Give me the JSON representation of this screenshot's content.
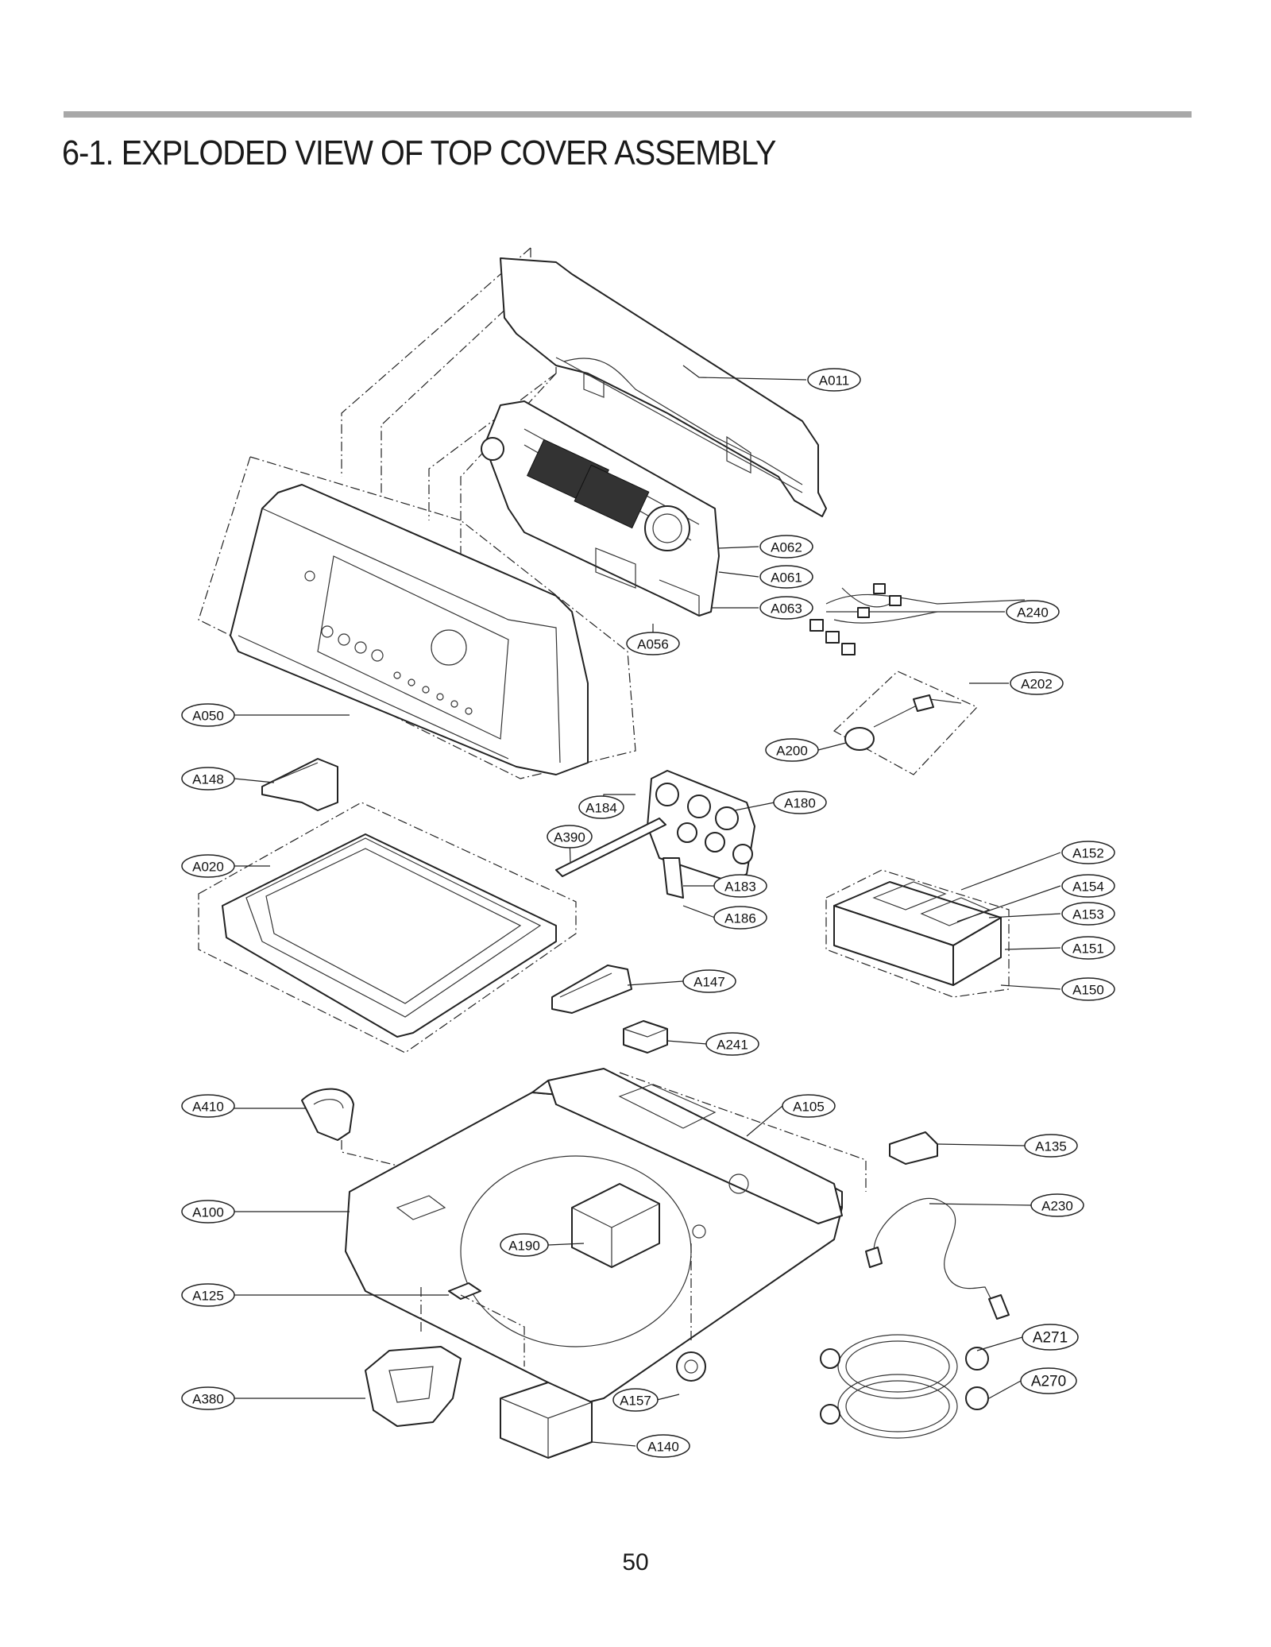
{
  "page": {
    "title": "6-1. EXPLODED VIEW OF TOP COVER ASSEMBLY",
    "page_number": "50"
  },
  "callouts": {
    "A011": "A011",
    "A062": "A062",
    "A061": "A061",
    "A063": "A063",
    "A056": "A056",
    "A240": "A240",
    "A202": "A202",
    "A200": "A200",
    "A050": "A050",
    "A148": "A148",
    "A184": "A184",
    "A180": "A180",
    "A390": "A390",
    "A020": "A020",
    "A183": "A183",
    "A186": "A186",
    "A152": "A152",
    "A154": "A154",
    "A153": "A153",
    "A151": "A151",
    "A150": "A150",
    "A147": "A147",
    "A241": "A241",
    "A410": "A410",
    "A105": "A105",
    "A135": "A135",
    "A100": "A100",
    "A230": "A230",
    "A190": "A190",
    "A125": "A125",
    "A271": "A271",
    "A270": "A270",
    "A380": "A380",
    "A157": "A157",
    "A140": "A140"
  },
  "colors": {
    "title_rule": "#a8a8a8",
    "ink": "#222222"
  }
}
